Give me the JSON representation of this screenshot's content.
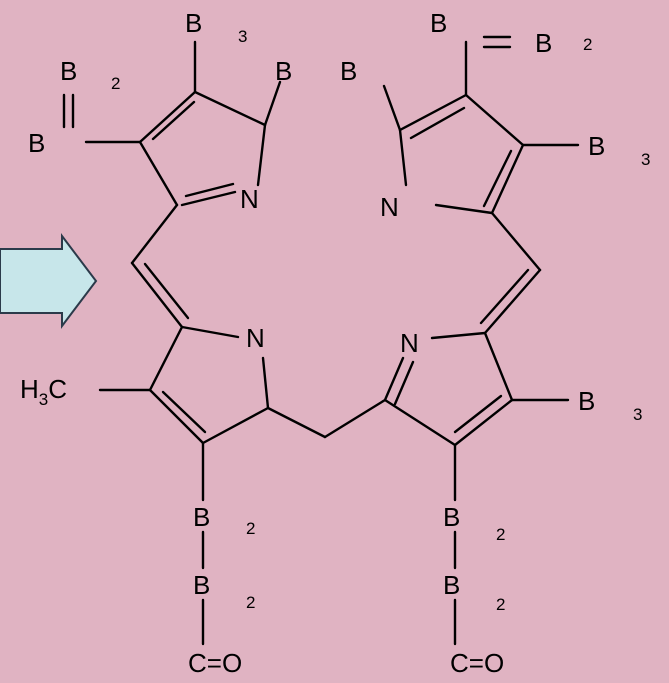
{
  "colors": {
    "background": "#e0b3c2",
    "arrow_fill": "#c7e6ea",
    "arrow_stroke": "#2b3a4a",
    "ink": "#000000"
  },
  "icons": {
    "arrow": "right-arrow-icon"
  },
  "labels": {
    "n_upper_left": "N",
    "n_upper_right": "N",
    "nh_lower_left": "N",
    "n_lower_right": "N",
    "h3c": "H",
    "h3c_sub": "3",
    "h3c_c": "C",
    "co_left": "C=O",
    "co_right": "C=O",
    "glyph": "B",
    "sub_3": "3",
    "sub_2": "2"
  }
}
